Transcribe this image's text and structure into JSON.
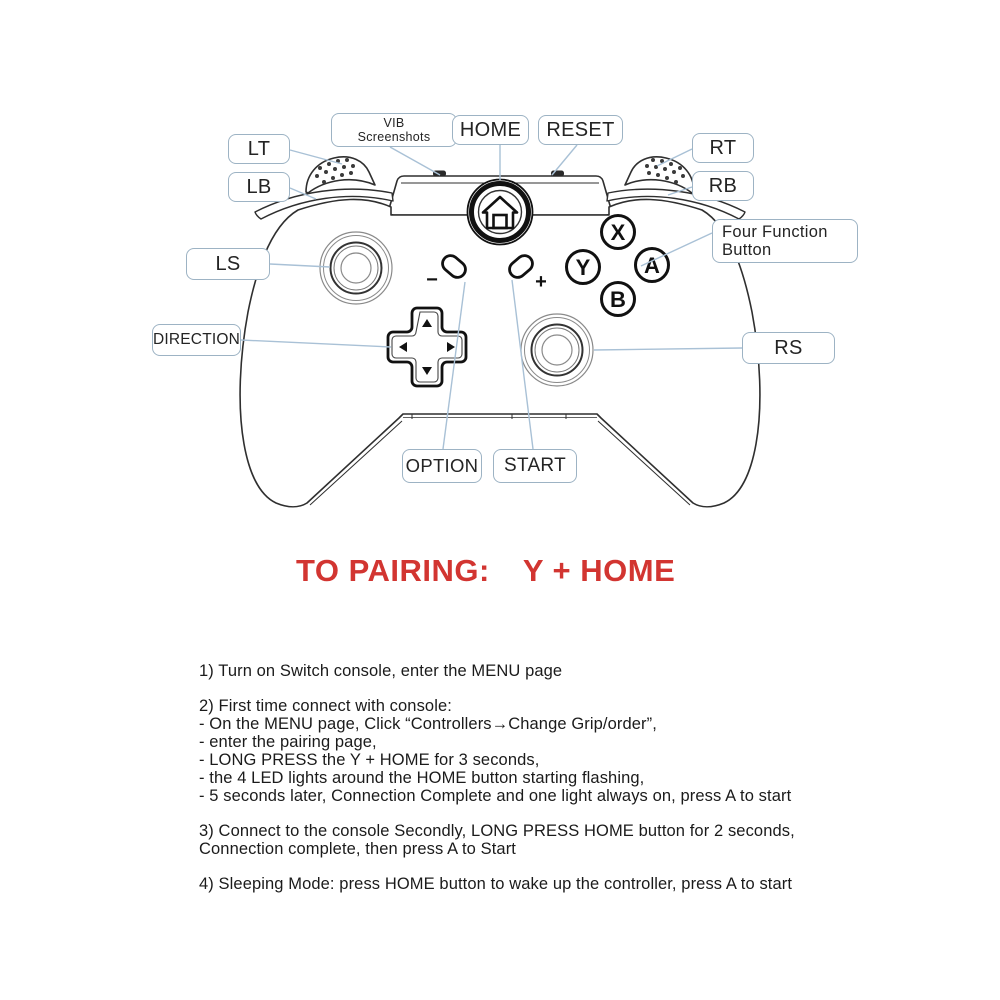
{
  "callouts": {
    "lt": "LT",
    "lb": "LB",
    "vib": {
      "line1": "VIB",
      "line2": "Screenshots"
    },
    "home": "HOME",
    "reset": "RESET",
    "rt": "RT",
    "rb": "RB",
    "four_function": {
      "line1": "Four Function",
      "line2": "Button"
    },
    "ls": "LS",
    "direction": "DIRECTION",
    "rs": "RS",
    "option": "OPTION",
    "start": "START"
  },
  "controller": {
    "face_buttons": {
      "x": "X",
      "y": "Y",
      "a": "A",
      "b": "B"
    },
    "minus_sign": "−",
    "plus_sign": "+"
  },
  "pairing": {
    "label": "TO PAIRING:",
    "combo": "Y + HOME"
  },
  "instructions": {
    "step1": "1) Turn on Switch console, enter the MENU page",
    "step2_title": "2) First time connect with console:",
    "step2_items": [
      "- On the MENU page, Click “Controllers→Change Grip/order”,",
      "- enter the pairing page,",
      "- LONG PRESS the Y + HOME for 3 seconds,",
      "- the 4 LED lights around the HOME button starting flashing,",
      "- 5 seconds later, Connection Complete and one light always on, press A to start"
    ],
    "step3_line1": "3) Connect to the console Secondly, LONG PRESS HOME button for 2 seconds,",
    "step3_line2": "Connection complete, then press A to Start",
    "step4": "4) Sleeping Mode: press HOME button to wake up the controller, press A to start"
  },
  "colors": {
    "accent_red": "#d23531",
    "callout_border": "#9db3c4",
    "leader_line": "#a9c1d6",
    "outline_dark": "#2f2f2f"
  }
}
